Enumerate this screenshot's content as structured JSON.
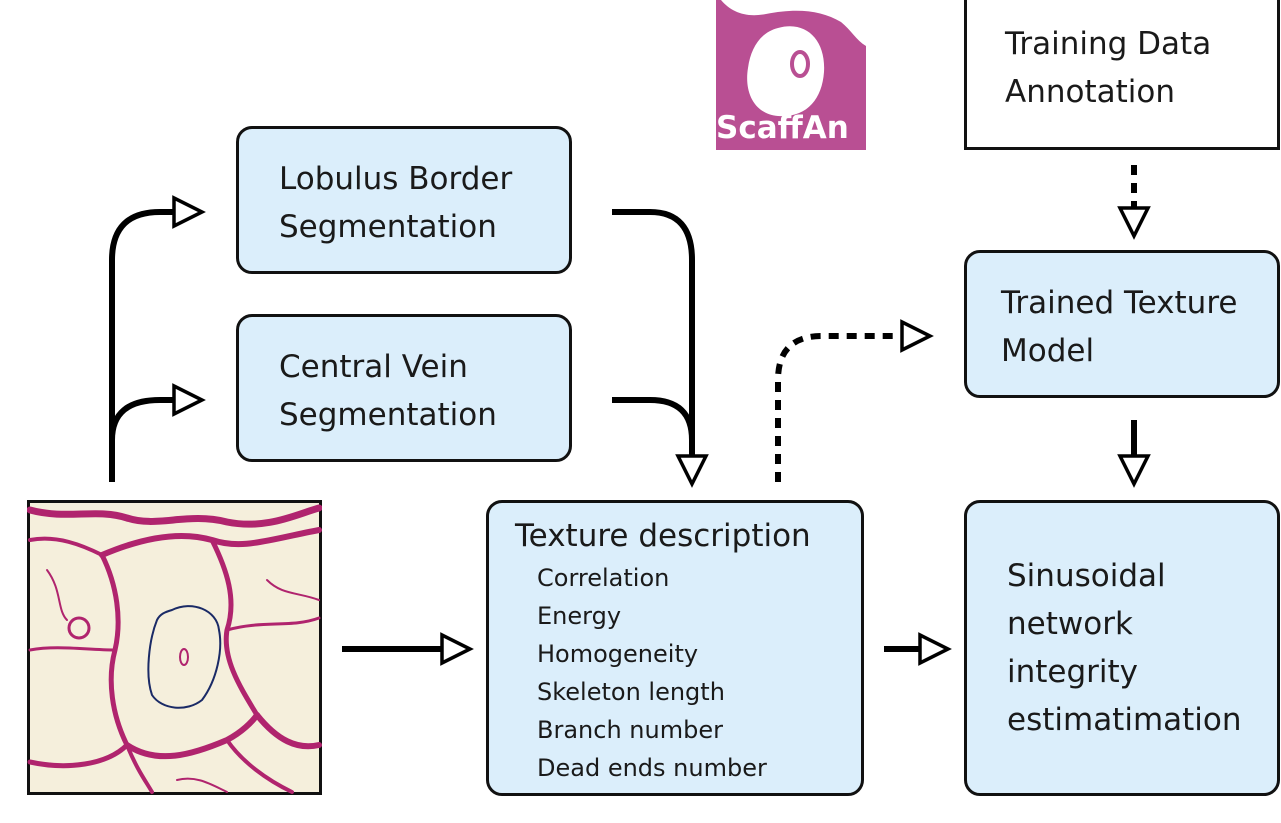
{
  "logo": {
    "text": "ScaffAn",
    "color": "#b94f93"
  },
  "boxes": {
    "training": {
      "lines": [
        "Training Data",
        "Annotation"
      ]
    },
    "lobulus": {
      "lines": [
        "Lobulus Border",
        "Segmentation"
      ]
    },
    "vein": {
      "lines": [
        "Central Vein",
        "Segmentation"
      ]
    },
    "trained": {
      "lines": [
        "Trained Texture",
        "Model"
      ]
    },
    "texture": {
      "title": "Texture description",
      "features": [
        "Correlation",
        "Energy",
        "Homogeneity",
        "Skeleton length",
        "Branch number",
        "Dead ends number"
      ]
    },
    "sinusoidal": {
      "lines": [
        "Sinusoidal",
        "network",
        "integrity",
        "estimatimation"
      ]
    }
  },
  "colors": {
    "box_fill": "#dbeefb",
    "stain": "#b0246e",
    "vein_outline": "#1a2a66"
  }
}
